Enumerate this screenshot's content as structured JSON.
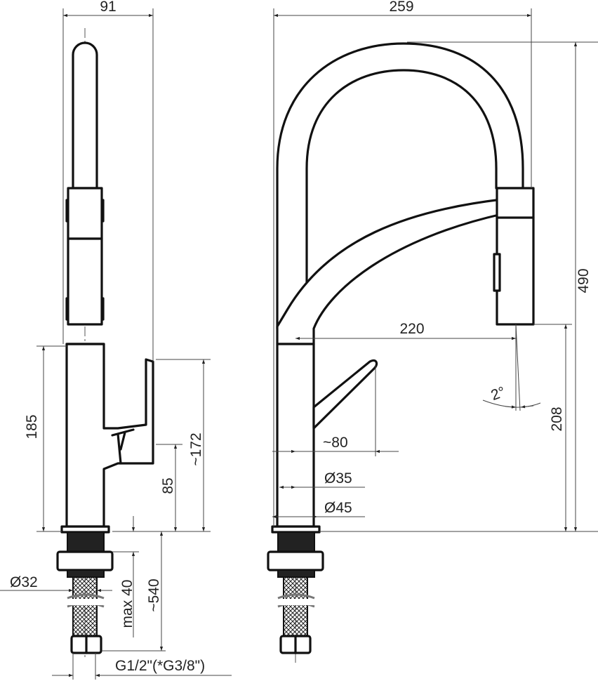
{
  "drawing": {
    "side_view": {
      "width_label": "91",
      "body_height_label": "185",
      "handle_height_label": "~172",
      "handle_base_label": "85",
      "mount_thickness_label": "max 40",
      "hose_length_label": "~540",
      "thread_diameter_label": "Ø32",
      "connection_label": "G1/2\"(*G3/8\")"
    },
    "front_view": {
      "width_label": "259",
      "total_height_label": "490",
      "spout_height_label": "208",
      "reach_label": "220",
      "lever_reach_label": "~80",
      "body_diameter_label": "Ø35",
      "base_diameter_label": "Ø45",
      "spray_angle_label": "2°"
    },
    "line_color": "#111111"
  }
}
